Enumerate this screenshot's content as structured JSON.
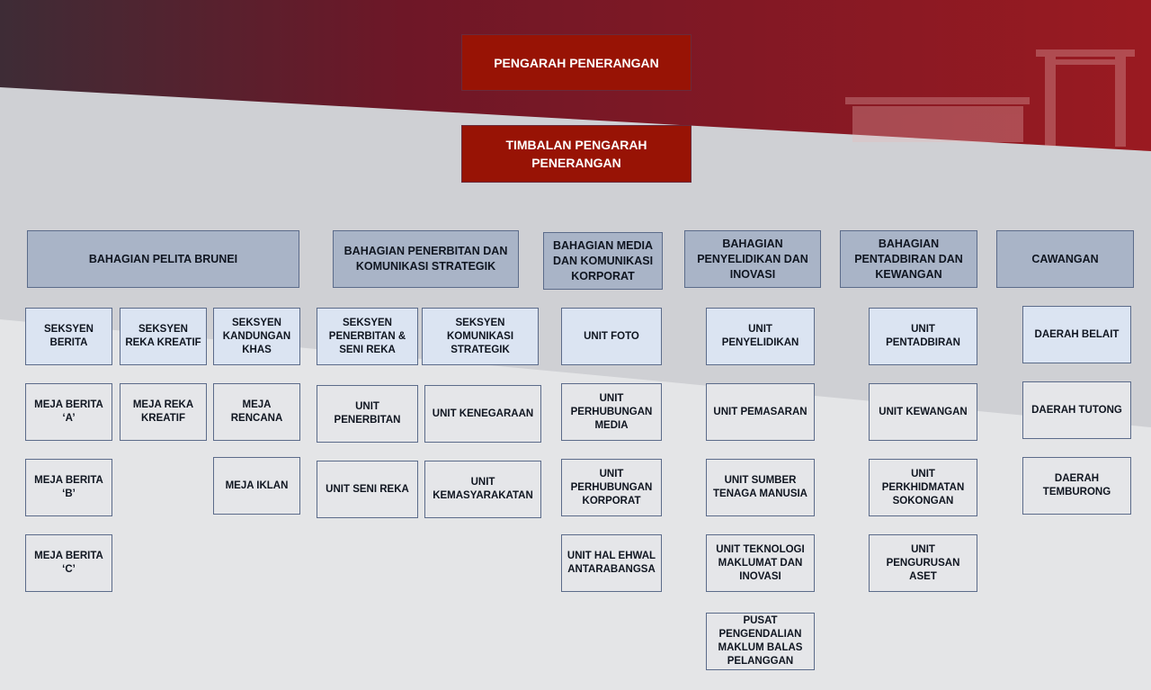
{
  "colors": {
    "top_box": "#981305",
    "department_box": "#a9b4c7",
    "section_box": "#dbe4f2",
    "unit_box": "#e5e6e9",
    "border": "#5b6b8a",
    "header_gradient": [
      "#3e2c36",
      "#6e1727",
      "#9a1a21"
    ]
  },
  "top": {
    "director": "PENGARAH PENERANGAN",
    "deputy": "TIMBALAN PENGARAH PENERANGAN"
  },
  "col1": {
    "dept": "BAHAGIAN PELITA BRUNEI",
    "sec_berita": "SEKSYEN BERITA",
    "sec_reka": "SEKSYEN REKA KREATIF",
    "sec_kandungan": "SEKSYEN KANDUNGAN KHAS",
    "meja_berita_a": "MEJA BERITA ‘A’",
    "meja_berita_b": "MEJA BERITA ‘B’",
    "meja_berita_c": "MEJA BERITA ‘C’",
    "meja_reka": "MEJA REKA KREATIF",
    "meja_rencana": "MEJA RENCANA",
    "meja_iklan": "MEJA IKLAN"
  },
  "col2": {
    "dept": "BAHAGIAN PENERBITAN DAN KOMUNIKASI STRATEGIK",
    "sec_penerbitan": "SEKSYEN PENERBITAN & SENI REKA",
    "sec_komunikasi": "SEKSYEN KOMUNIKASI STRATEGIK",
    "unit_penerbitan": "UNIT PENERBITAN",
    "unit_seni_reka": "UNIT SENI REKA",
    "unit_kenegaraan": "UNIT KENEGARAAN",
    "unit_kemasyarakatan": "UNIT KEMASYARAKATAN"
  },
  "col3": {
    "dept": "BAHAGIAN MEDIA DAN KOMUNIKASI KORPORAT",
    "unit_foto": "UNIT FOTO",
    "unit_perhubungan_media": "UNIT PERHUBUNGAN MEDIA",
    "unit_perhubungan_korporat": "UNIT PERHUBUNGAN KORPORAT",
    "unit_hal_ehwal": "UNIT HAL EHWAL ANTARABANGSA"
  },
  "col4": {
    "dept": "BAHAGIAN PENYELIDIKAN DAN INOVASI",
    "unit_penyelidikan": "UNIT PENYELIDIKAN",
    "unit_pemasaran": "UNIT PEMASARAN",
    "unit_sumber": "UNIT SUMBER TENAGA MANUSIA",
    "unit_teknologi": "UNIT TEKNOLOGI MAKLUMAT DAN INOVASI",
    "pusat": "PUSAT PENGENDALIAN MAKLUM BALAS PELANGGAN"
  },
  "col5": {
    "dept": "BAHAGIAN PENTADBIRAN DAN KEWANGAN",
    "unit_pentadbiran": "UNIT PENTADBIRAN",
    "unit_kewangan": "UNIT KEWANGAN",
    "unit_perkhidmatan": "UNIT PERKHIDMATAN SOKONGAN",
    "unit_pengurusan": "UNIT PENGURUSAN ASET"
  },
  "col6": {
    "dept": "CAWANGAN",
    "belait": "DAERAH BELAIT",
    "tutong": "DAERAH TUTONG",
    "temburong": "DAERAH TEMBURONG"
  }
}
